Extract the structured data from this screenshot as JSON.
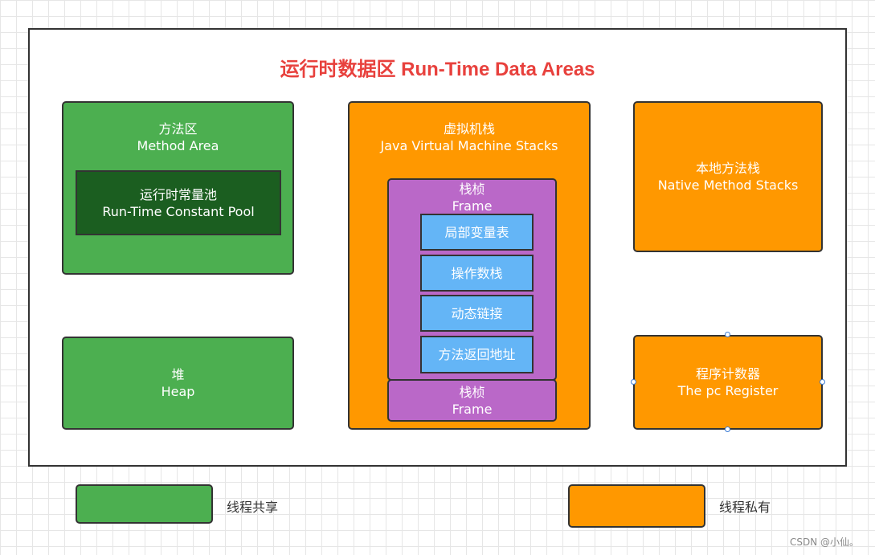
{
  "title": "运行时数据区 Run-Time Data Areas",
  "method_area": {
    "zh": "方法区",
    "en": "Method Area"
  },
  "constant_pool": {
    "zh": "运行时常量池",
    "en": "Run-Time Constant Pool"
  },
  "heap": {
    "zh": "堆",
    "en": "Heap"
  },
  "jvm_stacks": {
    "zh": "虚拟机栈",
    "en": "Java Virtual Machine Stacks"
  },
  "frame": {
    "zh": "栈桢",
    "en": "Frame"
  },
  "frame_items": [
    "局部变量表",
    "操作数栈",
    "动态链接",
    "方法返回地址"
  ],
  "frame2": {
    "zh": "栈桢",
    "en": "Frame"
  },
  "native_stacks": {
    "zh": "本地方法栈",
    "en": "Native Method Stacks"
  },
  "pc_register": {
    "zh": "程序计数器",
    "en": "The pc Register"
  },
  "legend": {
    "shared": "线程共享",
    "private": "线程私有"
  },
  "watermark": "CSDN @小仙。",
  "colors": {
    "shared": "#4caf50",
    "private": "#ff9800",
    "frame": "#ba68c8",
    "frame_item": "#64b5f6",
    "title": "#e8413d"
  }
}
